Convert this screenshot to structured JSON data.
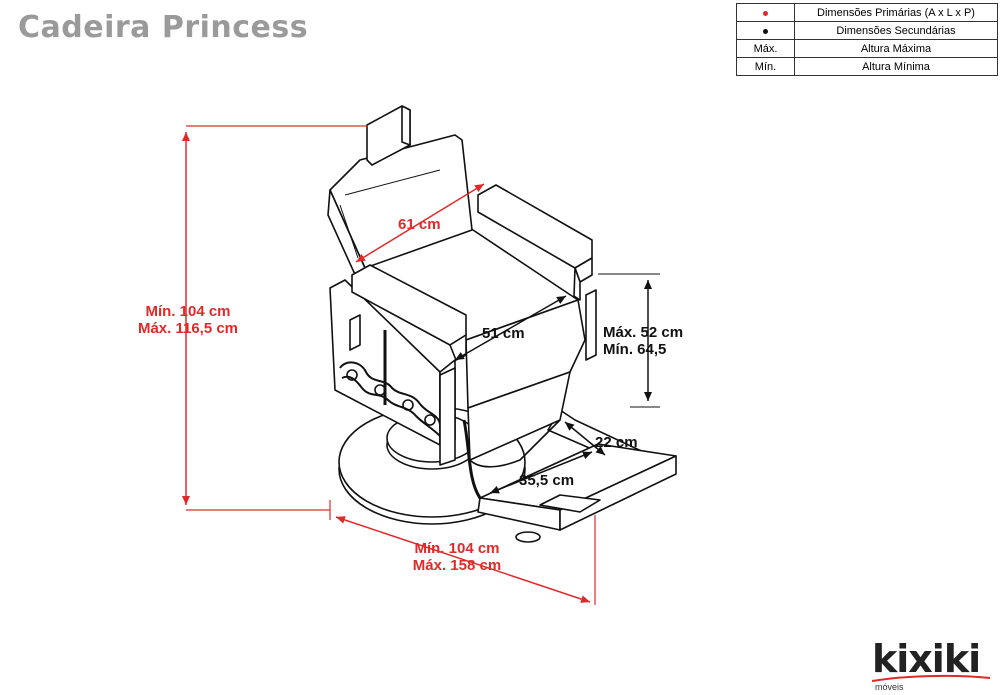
{
  "title": "Cadeira Princess",
  "legend": {
    "rows": [
      {
        "key_icon": "red-dot",
        "key_color": "#e02a2a",
        "key_text": "",
        "value": "Dimensões Primárias (A x L x P)"
      },
      {
        "key_icon": "black-dot",
        "key_color": "#111111",
        "key_text": "",
        "value": "Dimensões Secundárias"
      },
      {
        "key_icon": "",
        "key_color": "",
        "key_text": "Máx.",
        "value": "Altura Máxima"
      },
      {
        "key_icon": "",
        "key_color": "",
        "key_text": "Mín.",
        "value": "Altura Mínima"
      }
    ]
  },
  "dimensions": {
    "height_min": "Mín. 104 cm",
    "height_max": "Máx. 116,5 cm",
    "depth_min": "Mín. 104 cm",
    "depth_max": "Máx. 158 cm",
    "backrest_width": "61 cm",
    "seat_width": "51 cm",
    "seat_height_max": "Máx. 52 cm",
    "seat_height_min": "Mín. 64,5",
    "footrest_depth": "22 cm",
    "footrest_width": "35,5 cm"
  },
  "colors": {
    "primary_dimension": "#e02a2a",
    "secondary_dimension": "#111111",
    "title": "#9a9a9a"
  },
  "logo": {
    "brand": "kixiki",
    "sub": "móveis"
  }
}
